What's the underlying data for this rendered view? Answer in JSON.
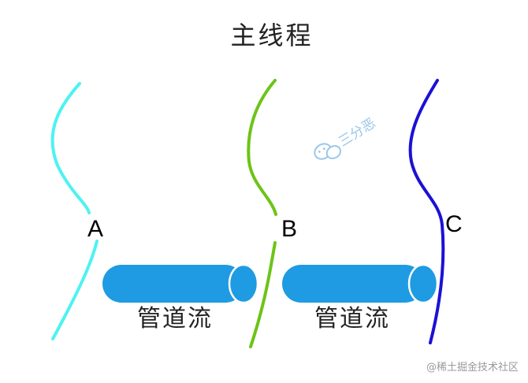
{
  "title": "主线程",
  "threads": [
    {
      "label": "A",
      "color": "#4ef2f2"
    },
    {
      "label": "B",
      "color": "#6cc418"
    },
    {
      "label": "C",
      "color": "#1c11d4"
    }
  ],
  "pipes": [
    {
      "label": "管道流",
      "color": "#1e9be2",
      "rim_color": "#ffffff"
    },
    {
      "label": "管道流",
      "color": "#1e9be2",
      "rim_color": "#ffffff"
    }
  ],
  "watermark": {
    "text": "三分恶",
    "icon": "wechat-icon",
    "color": "#9cc6ea"
  },
  "corner_watermark": "@稀土掘金技术社区"
}
